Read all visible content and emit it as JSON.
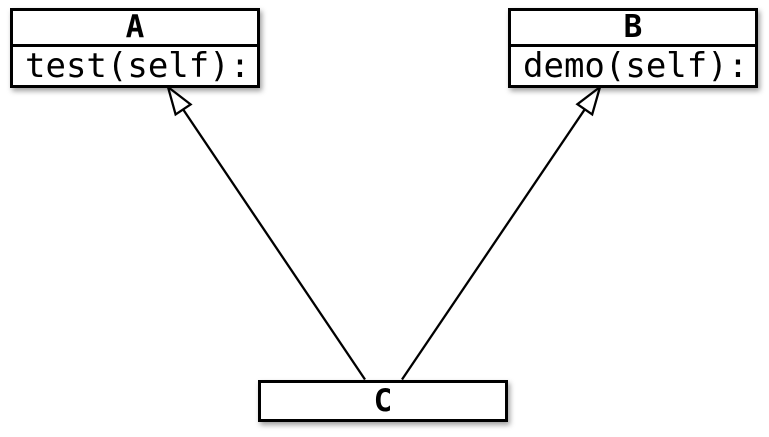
{
  "diagram": {
    "type": "uml-class-diagram",
    "background_color": "#ffffff",
    "line_color": "#000000",
    "node_fill_color": "#ffffff",
    "nodes": {
      "a": {
        "title": "A",
        "method": "test(self):"
      },
      "b": {
        "title": "B",
        "method": "demo(self):"
      },
      "c": {
        "title": "C"
      }
    },
    "edges": [
      {
        "from": "C",
        "to": "A",
        "type": "generalization",
        "arrowhead": "hollow-triangle"
      },
      {
        "from": "C",
        "to": "B",
        "type": "generalization",
        "arrowhead": "hollow-triangle"
      }
    ]
  }
}
